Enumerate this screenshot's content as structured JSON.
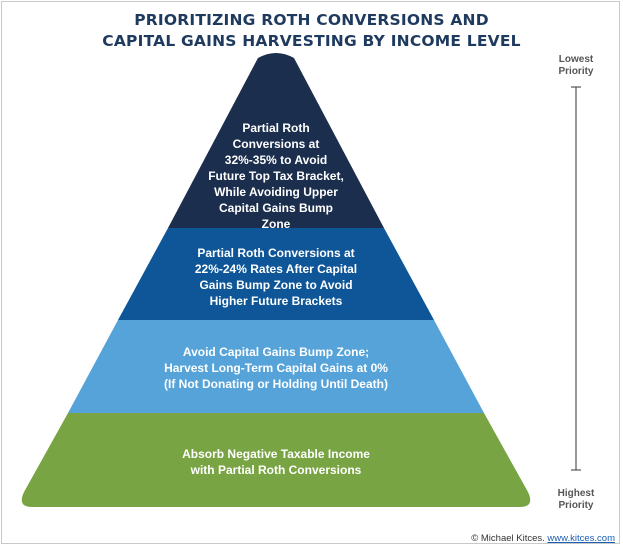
{
  "title": {
    "line1": "PRIORITIZING ROTH CONVERSIONS AND",
    "line2": "CAPITAL GAINS HARVESTING BY INCOME LEVEL"
  },
  "tiers": [
    {
      "lines": [
        "Partial Roth",
        "Conversions at",
        "32%-35% to Avoid",
        "Future Top Tax Bracket,",
        "While Avoiding Upper",
        "Capital Gains Bump",
        "Zone"
      ],
      "color": "#1c2e4d"
    },
    {
      "lines": [
        "Partial Roth Conversions at",
        "22%-24% Rates After Capital",
        "Gains Bump Zone to Avoid",
        "Higher Future Brackets"
      ],
      "color": "#0e5697"
    },
    {
      "lines": [
        "Avoid Capital Gains Bump Zone;",
        "Harvest Long-Term Capital Gains at 0%",
        "(If Not Donating or Holding Until Death)"
      ],
      "color": "#56a3da"
    },
    {
      "lines": [
        "Absorb Negative Taxable Income",
        "with Partial Roth Conversions"
      ],
      "color": "#79a443"
    }
  ],
  "scale": {
    "top_line1": "Lowest",
    "top_line2": "Priority",
    "bottom_line1": "Highest",
    "bottom_line2": "Priority"
  },
  "credit": {
    "prefix": "© Michael Kitces. ",
    "link": "www.kitces.com"
  },
  "colors": {
    "title": "#1e3a5f",
    "scale_line": "#555555"
  }
}
